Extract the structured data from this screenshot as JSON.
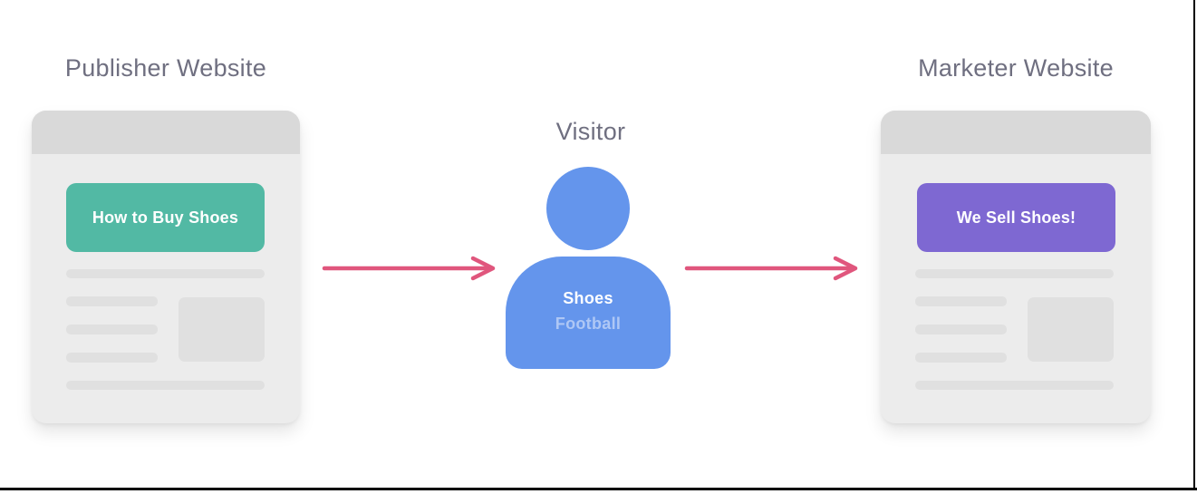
{
  "diagram": {
    "publisher": {
      "title": "Publisher Website",
      "ad_label": "How to Buy Shoes",
      "accent_color": "#52b9a4"
    },
    "visitor": {
      "title": "Visitor",
      "icon": "person-icon",
      "icon_color": "#6495ec",
      "interest_primary": "Shoes",
      "interest_secondary": "Football"
    },
    "marketer": {
      "title": "Marketer Website",
      "ad_label": "We Sell Shoes!",
      "accent_color": "#7e68d2"
    },
    "arrow_color": "#e0567d"
  }
}
